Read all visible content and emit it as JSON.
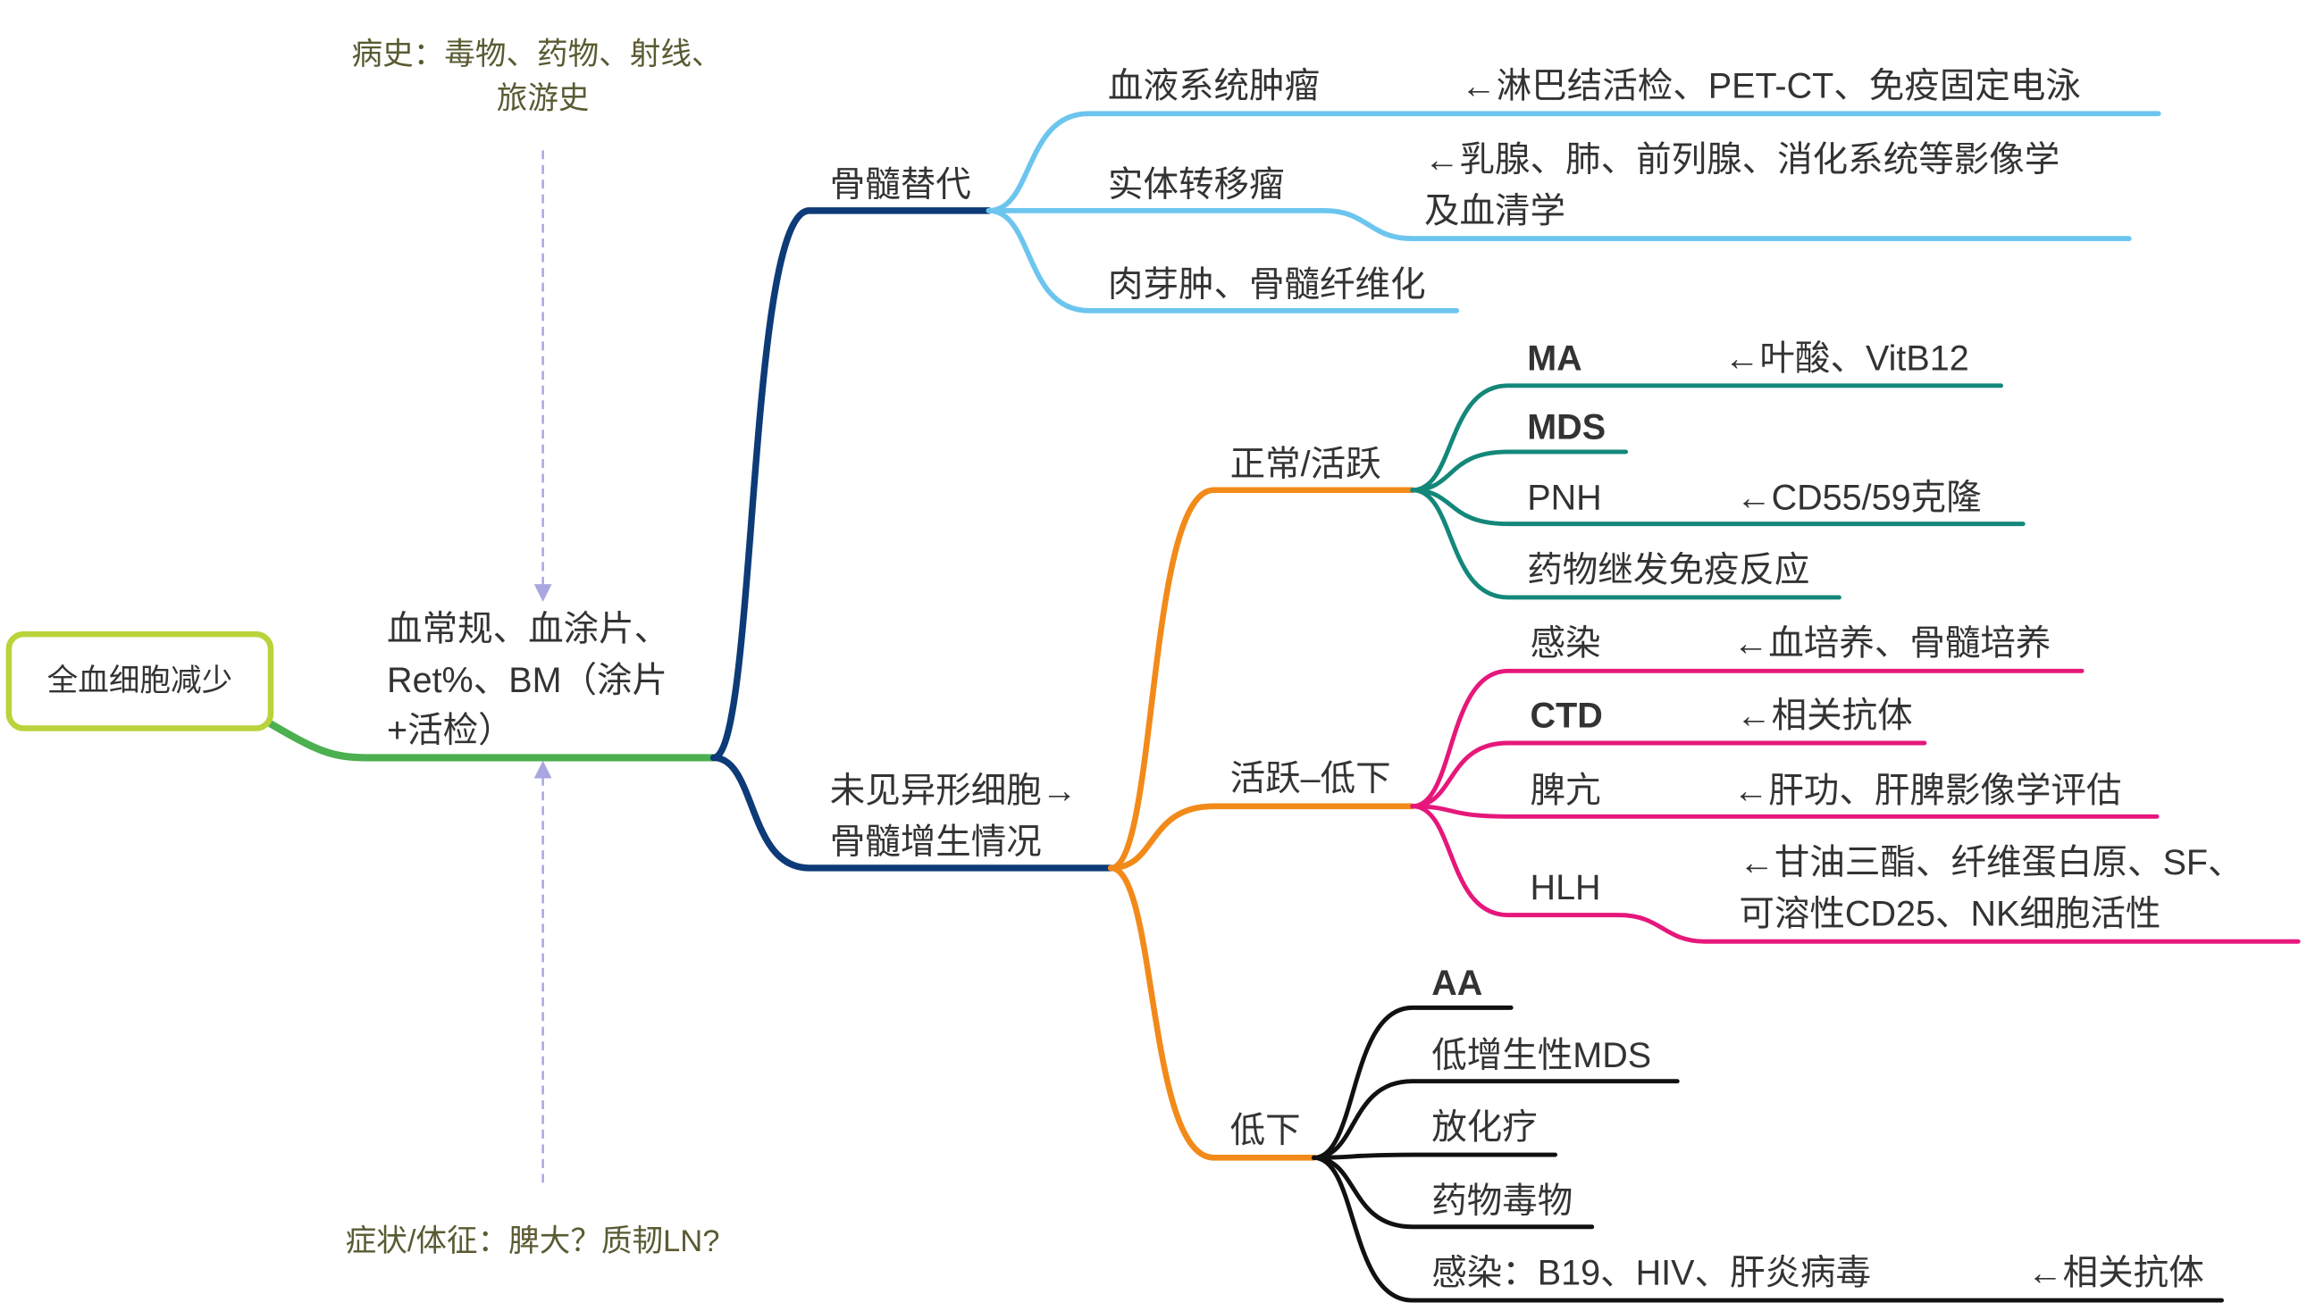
{
  "root": "全血细胞减少",
  "history_note": [
    "病史：毒物、药物、射线、",
    "旅游史"
  ],
  "symptom_note": "症状/体征：脾大？质韧LN?",
  "workup": [
    "血常规、血涂片、",
    "Ret%、BM（涂片",
    "+活检）"
  ],
  "replacement": {
    "label": "骨髓替代",
    "children": [
      {
        "label": "血液系统肿瘤",
        "note": [
          "←淋巴结活检、PET-CT、免疫固定电泳"
        ]
      },
      {
        "label": "实体转移瘤",
        "note": [
          "←乳腺、肺、前列腺、消化系统等影像学",
          "及血清学"
        ]
      },
      {
        "label": "肉芽肿、骨髓纤维化"
      }
    ]
  },
  "marrow": {
    "label": [
      "未见异形细胞→",
      "骨髓增生情况"
    ],
    "groups": [
      {
        "label": "正常/活跃",
        "children": [
          {
            "label": "MA",
            "note": "←叶酸、VitB12"
          },
          {
            "label": "MDS"
          },
          {
            "label": "PNH",
            "note": "←CD55/59克隆"
          },
          {
            "label": "药物继发免疫反应"
          }
        ]
      },
      {
        "label": "活跃–低下",
        "children": [
          {
            "label": "感染",
            "note": "←血培养、骨髓培养"
          },
          {
            "label": "CTD",
            "note": "←相关抗体"
          },
          {
            "label": "脾亢",
            "note": "←肝功、肝脾影像学评估"
          },
          {
            "label": "HLH",
            "note": [
              "←甘油三酯、纤维蛋白原、SF、",
              "可溶性CD25、NK细胞活性"
            ]
          }
        ]
      },
      {
        "label": "低下",
        "children": [
          {
            "label": "AA"
          },
          {
            "label": "低增生性MDS"
          },
          {
            "label": "放化疗"
          },
          {
            "label": "药物毒物"
          },
          {
            "label": "感染：B19、HIV、肝炎病毒",
            "note": "←相关抗体"
          }
        ]
      }
    ]
  },
  "colors": {
    "root_border": "#b8d43a",
    "root_edge": "#4caf50",
    "main": "#0d3b78",
    "replacement": "#6cc5ee",
    "marrow": "#f28a1a",
    "normal": "#13877a",
    "active_low": "#e6177b",
    "low": "#111111",
    "dashed": "#a9a6e0"
  }
}
